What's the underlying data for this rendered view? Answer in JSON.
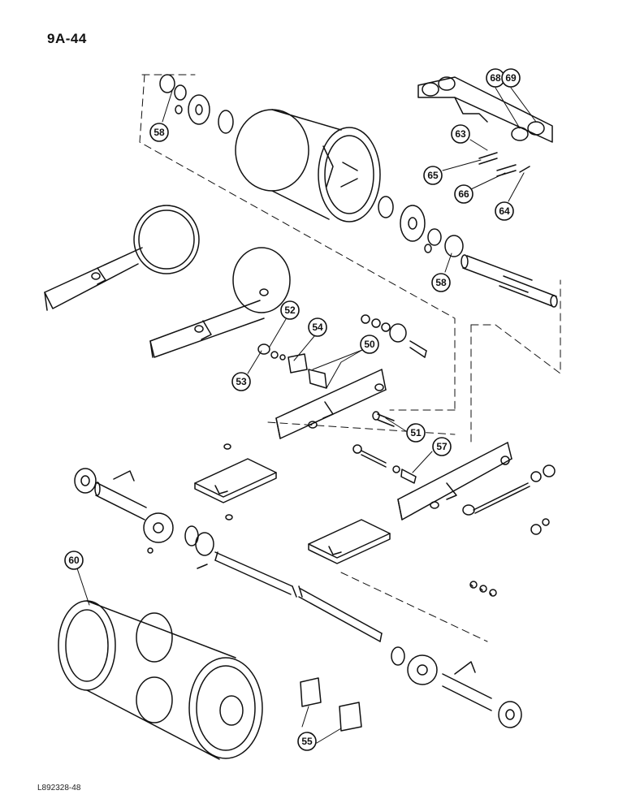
{
  "page": {
    "number": "9A-44",
    "figure_code": "L892328-48"
  },
  "callouts": [
    "58",
    "68",
    "69",
    "63",
    "65",
    "66",
    "64",
    "58",
    "52",
    "54",
    "50",
    "53",
    "51",
    "57",
    "60",
    "55"
  ]
}
